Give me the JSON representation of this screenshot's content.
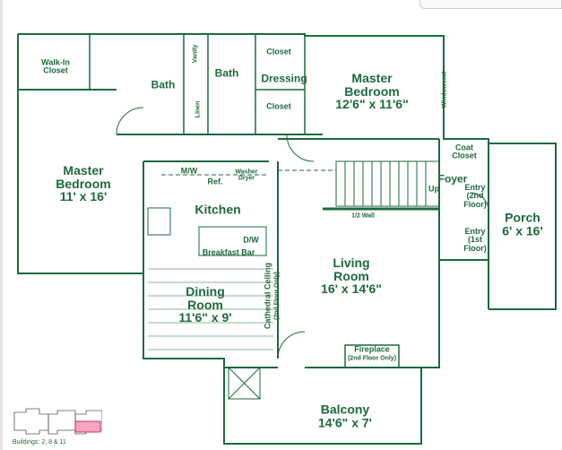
{
  "colors": {
    "wall": "#1d6a3c",
    "highlight_unit": "#f2a7bd"
  },
  "rooms": {
    "walk_in_closet": "Walk-In\nCloset",
    "bath1": "Bath",
    "vanity": "Vanity",
    "bath2": "Bath",
    "linen": "Linen",
    "closet_top": "Closet",
    "dressing": "Dressing",
    "closet_bottom": "Closet",
    "master_bedroom_1": {
      "name": "Master\nBedroom",
      "size": "12'6\" x 11'6\""
    },
    "windowseat": "Windowseat",
    "master_bedroom_2": {
      "name": "Master\nBedroom",
      "size": "11' x 16'"
    },
    "mw": "M/W",
    "ref": "Ref.",
    "washer_dryer": "Washer\nDryer",
    "kitchen": "Kitchen",
    "dw": "D/W",
    "breakfast_bar": "Breakfast Bar",
    "dining_room": {
      "name": "Dining\nRoom",
      "size": "11'6\" x 9'"
    },
    "cathedral_ceiling": "Cathedral Ceiling",
    "cathedral_note": "(2nd Floor Only)",
    "up": "Up",
    "half_wall": "1/2 Wall",
    "coat_closet": "Coat\nCloset",
    "foyer": "Foyer",
    "entry_2nd": "Entry\n(2nd\nFloor)",
    "entry_1st": "Entry\n(1st\nFloor)",
    "porch": {
      "name": "Porch",
      "size": "6' x 16'"
    },
    "living_room": {
      "name": "Living\nRoom",
      "size": "16' x 14'6\""
    },
    "fireplace": "Fireplace",
    "fireplace_note": "(2nd Floor Only)",
    "balcony": {
      "name": "Balcony",
      "size": "14'6\" x 7'"
    }
  },
  "key_plan": {
    "caption": "Buildings: 2, 8 & 11"
  }
}
